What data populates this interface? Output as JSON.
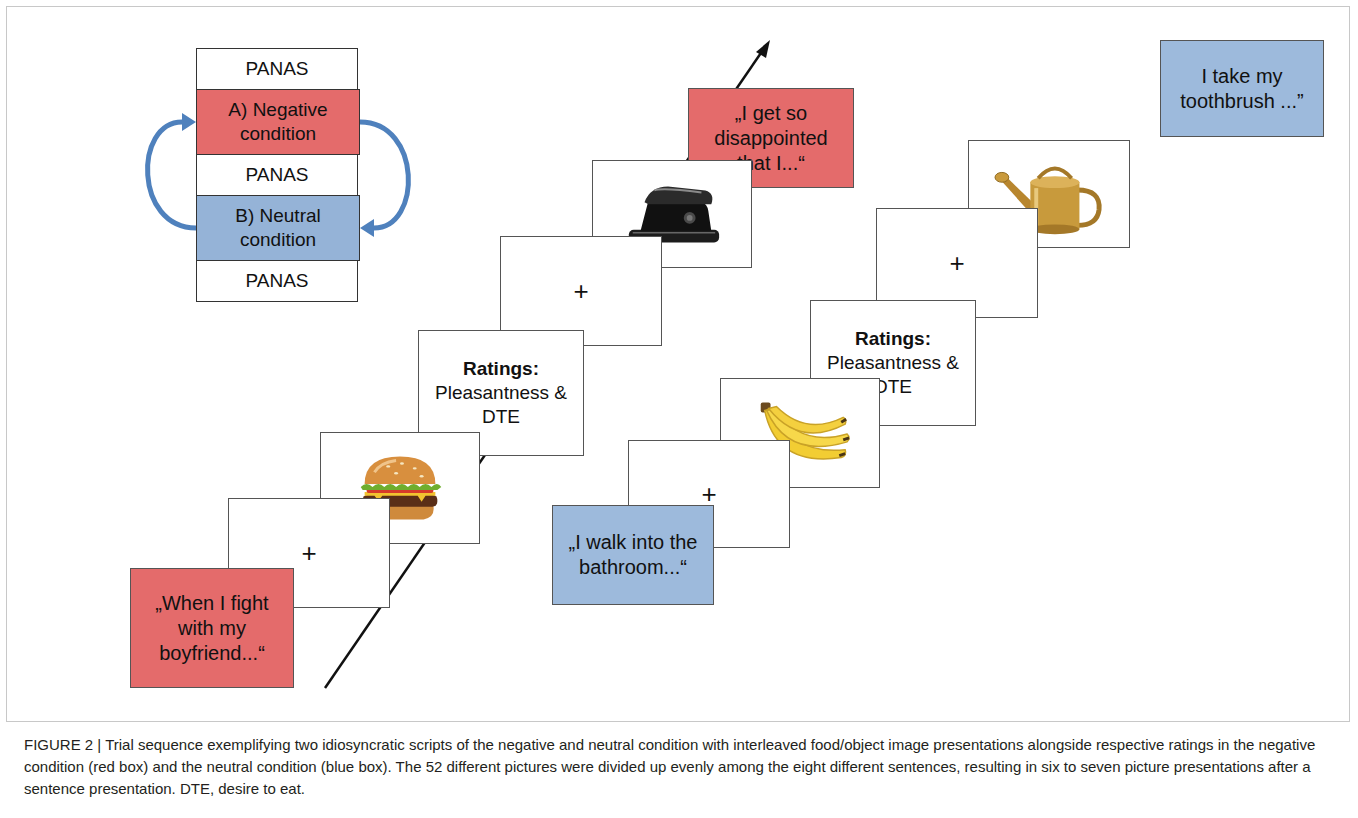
{
  "diagram": {
    "caption": "FIGURE 2 | Trial sequence exemplifying two idiosyncratic scripts of the negative and neutral condition with interleaved food/object image presentations alongside respective ratings in the negative condition (red box) and the neutral condition (blue box). The 52 different pictures were divided up evenly among the eight different sentences, resulting in six to seven picture presentations after a sentence presentation. DTE, desire to eat.",
    "nodes": [
      {
        "text": [
          "PANAS"
        ]
      },
      {
        "text": [
          "A) Negative condition"
        ]
      },
      {
        "text": [
          "PANAS"
        ]
      },
      {
        "text": [
          "B) Neutral condition"
        ]
      },
      {
        "text": [
          "PANAS"
        ]
      },
      {
        "text": [
          "„When I fight with my boyfriend...“"
        ]
      },
      {
        "text": [
          "+"
        ]
      },
      {
        "text": [
          "Ratings:",
          "Pleasantness & DTE"
        ]
      },
      {
        "text": [
          "+"
        ]
      },
      {
        "text": [
          "„I get so disappointed that I...“"
        ]
      },
      {
        "text": [
          "„I walk into the bathroom...“"
        ]
      },
      {
        "text": [
          "+"
        ]
      },
      {
        "text": [
          "Ratings:",
          "Pleasantness & DTE"
        ]
      },
      {
        "text": [
          "+"
        ]
      },
      {
        "text": [
          "I take my toothbrush ...”"
        ]
      }
    ],
    "edges": [
      {
        "from": 3,
        "to": 1,
        "arrow": "to"
      },
      {
        "from": 1,
        "to": 3,
        "arrow": "to"
      }
    ]
  }
}
